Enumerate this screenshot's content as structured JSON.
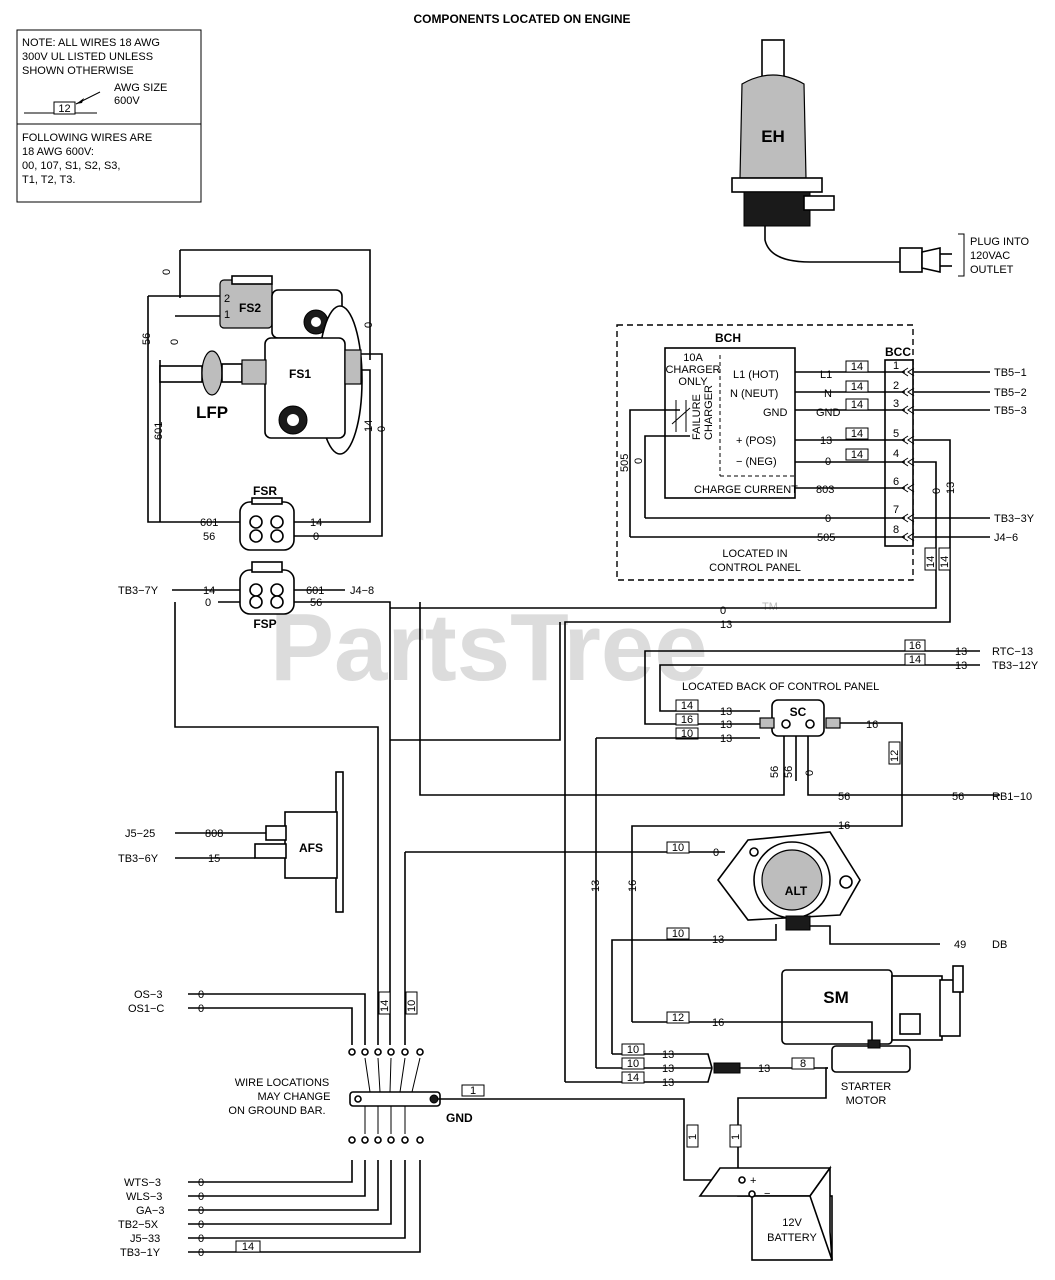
{
  "title": "COMPONENTS LOCATED ON ENGINE",
  "watermark": "PartsTree",
  "watermark_tm": "TM",
  "note_box": {
    "line1": "NOTE:  ALL WIRES 18 AWG",
    "line2": "300V UL LISTED UNLESS",
    "line3": "SHOWN OTHERWISE",
    "awg_example": "12",
    "awg_label1": "AWG SIZE",
    "awg_label2": "600V",
    "following1": "FOLLOWING WIRES ARE",
    "following2": "18 AWG 600V:",
    "following3": "00, 107, S1, S2, S3,",
    "following4": "T1, T2, T3."
  },
  "components": {
    "eh": "EH",
    "plug_line1": "PLUG INTO",
    "plug_line2": "120VAC",
    "plug_line3": "OUTLET",
    "fs2": "FS2",
    "fs2_pin2": "2",
    "fs2_pin1": "1",
    "fs1": "FS1",
    "lfp": "LFP",
    "fsr": "FSR",
    "fsp": "FSP",
    "bch": "BCH",
    "bcc": "BCC",
    "charger_note1": "10A",
    "charger_note2": "CHARGER",
    "charger_note3": "ONLY",
    "failure": "FAILURE",
    "charger": "CHARGER",
    "located_cp1": "LOCATED IN",
    "located_cp2": "CONTROL PANEL",
    "located_back": "LOCATED BACK OF CONTROL PANEL",
    "sc": "SC",
    "afs": "AFS",
    "alt": "ALT",
    "sm": "SM",
    "starter1": "STARTER",
    "starter2": "MOTOR",
    "gnd": "GND",
    "wire_loc1": "WIRE LOCATIONS",
    "wire_loc2": "MAY CHANGE",
    "wire_loc3": "ON GROUND BAR.",
    "battery1": "12V",
    "battery2": "BATTERY",
    "plus": "+",
    "minus": "−"
  },
  "bch_terminals": {
    "l1_hot": "L1 (HOT)",
    "n_neut": "N (NEUT)",
    "gnd": "GND",
    "pos": "+ (POS)",
    "neg": "− (NEG)",
    "charge_current": "CHARGE CURRENT"
  },
  "bcc_rows": [
    {
      "pin": "1",
      "wire": "L1",
      "awg": "14",
      "dest": "TB5−1"
    },
    {
      "pin": "2",
      "wire": "N",
      "awg": "14",
      "dest": "TB5−2"
    },
    {
      "pin": "3",
      "wire": "GND",
      "awg": "14",
      "dest": "TB5−3"
    },
    {
      "pin": "5",
      "wire": "13",
      "awg": "14",
      "dest": ""
    },
    {
      "pin": "4",
      "wire": "0",
      "awg": "14",
      "dest": ""
    },
    {
      "pin": "6",
      "wire": "803",
      "awg": "",
      "dest": ""
    },
    {
      "pin": "7",
      "wire": "0",
      "awg": "",
      "dest": "TB3−3Y"
    },
    {
      "pin": "8",
      "wire": "505",
      "awg": "",
      "dest": "J4−6"
    }
  ],
  "wire_labels": {
    "w0": "0",
    "w13": "13",
    "w14": "14",
    "w56": "56",
    "w601": "601",
    "w505": "505",
    "w16": "16",
    "w15": "15",
    "w808": "808",
    "w10": "10",
    "w12": "12",
    "w8": "8",
    "w1": "1",
    "tb3_7y": "TB3−7Y",
    "j4_8": "J4−8",
    "rtc_13": "RTC−13",
    "tb3_12y": "TB3−12Y",
    "rb1_10": "RB1−10",
    "j5_25": "J5−25",
    "tb3_6y": "TB3−6Y",
    "w49": "49",
    "db": "DB",
    "os_3": "OS−3",
    "os1_c": "OS1−C",
    "wts_3": "WTS−3",
    "wls_3": "WLS−3",
    "ga_3": "GA−3",
    "tb2_5x": "TB2−5X",
    "j5_33": "J5−33",
    "tb3_1y": "TB3−1Y"
  }
}
